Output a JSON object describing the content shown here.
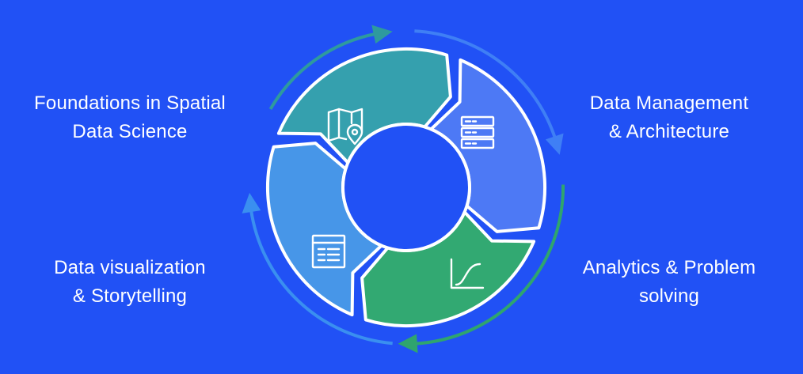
{
  "colors": {
    "background": "#2151f5",
    "segment_top_left": "#35a0ae",
    "segment_top_right": "#4d79f5",
    "segment_bottom_right": "#32a972",
    "segment_bottom_left": "#4796e8",
    "arrow_top": "#2e9a9e",
    "arrow_right": "#3f7ff5",
    "arrow_bottom": "#2fa56e",
    "arrow_left": "#3a8ff0",
    "outline": "#ffffff"
  },
  "labels": {
    "top_left": {
      "line1": "Foundations in Spatial",
      "line2": "Data Science"
    },
    "top_right": {
      "line1": "Data Management",
      "line2": "& Architecture"
    },
    "bottom_left": {
      "line1": "Data visualization",
      "line2": "& Storytelling"
    },
    "bottom_right": {
      "line1": "Analytics & Problem",
      "line2": "solving"
    }
  },
  "icons": {
    "top_left": "map-pin-icon",
    "top_right": "server-icon",
    "bottom_right": "growth-curve-icon",
    "bottom_left": "table-icon"
  }
}
